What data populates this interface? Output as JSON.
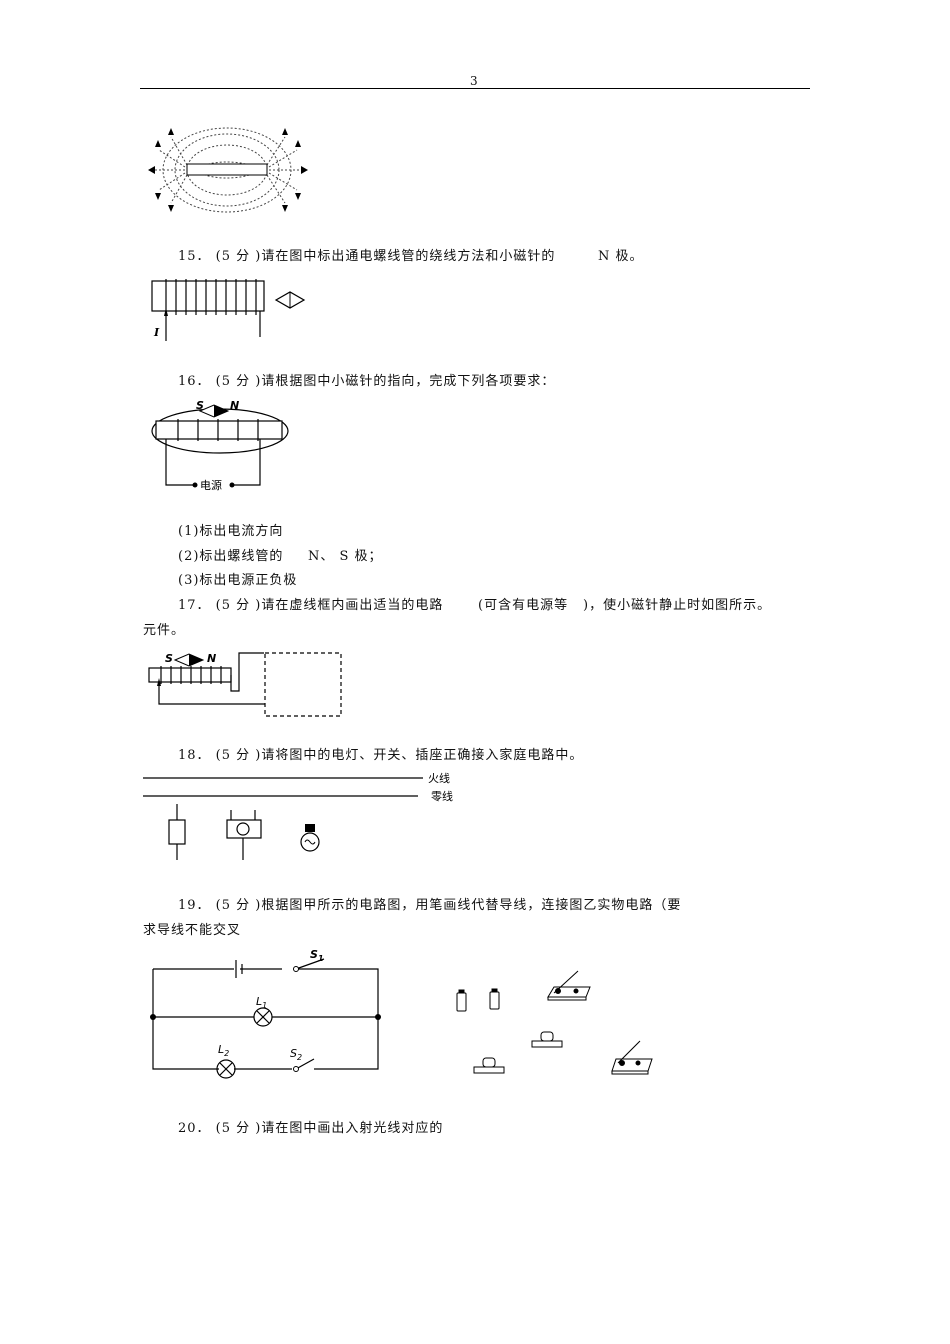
{
  "header": {
    "page_number": "3"
  },
  "questions": [
    {
      "number": "15",
      "line1_a": "15． (5 分 )请在图中标出通电螺线管的绕线方法和小磁针的",
      "line1_b": "N 极。"
    },
    {
      "number": "16",
      "line1_a": "16． (5 分 )请根据图中小磁针的指向，完成下列各项要求：",
      "sub1": "(1)标出电流方向",
      "sub2_a": "(2)标出螺线管的",
      "sub2_b": "N、 S 极；",
      "sub3": "(3)标出电源正负极",
      "fig_text": {
        "s": "S",
        "n": "N",
        "power": "电源"
      }
    },
    {
      "number": "17",
      "line1_a": "17． (5 分 )请在虚线框内画出适当的电路",
      "line1_b": "(可含有电源等",
      "line1_c": ")，使小磁针静止时如图所示。",
      "line2": "元件。",
      "fig_text": {
        "s": "S",
        "n": "N"
      }
    },
    {
      "number": "18",
      "line1_a": "18． (5 分 )请将图中的电灯、开关、插座正确接入家庭电路中。",
      "fig_text": {
        "live": "火线",
        "neutral": "零线"
      }
    },
    {
      "number": "19",
      "line1_a": "19． (5 分 )根据图甲所示的电路图，用笔画线代替导线，连接图乙实物电路（要",
      "line2": "求导线不能交叉",
      "fig_text": {
        "s1": "S",
        "s1_sub": "1",
        "s2": "S",
        "s2_sub": "2",
        "l1": "L",
        "l1_sub": "1",
        "l2": "L",
        "l2_sub": "2"
      }
    },
    {
      "number": "20",
      "line1_a": "20． (5 分 )请在图中画出入射光线对应的"
    }
  ]
}
